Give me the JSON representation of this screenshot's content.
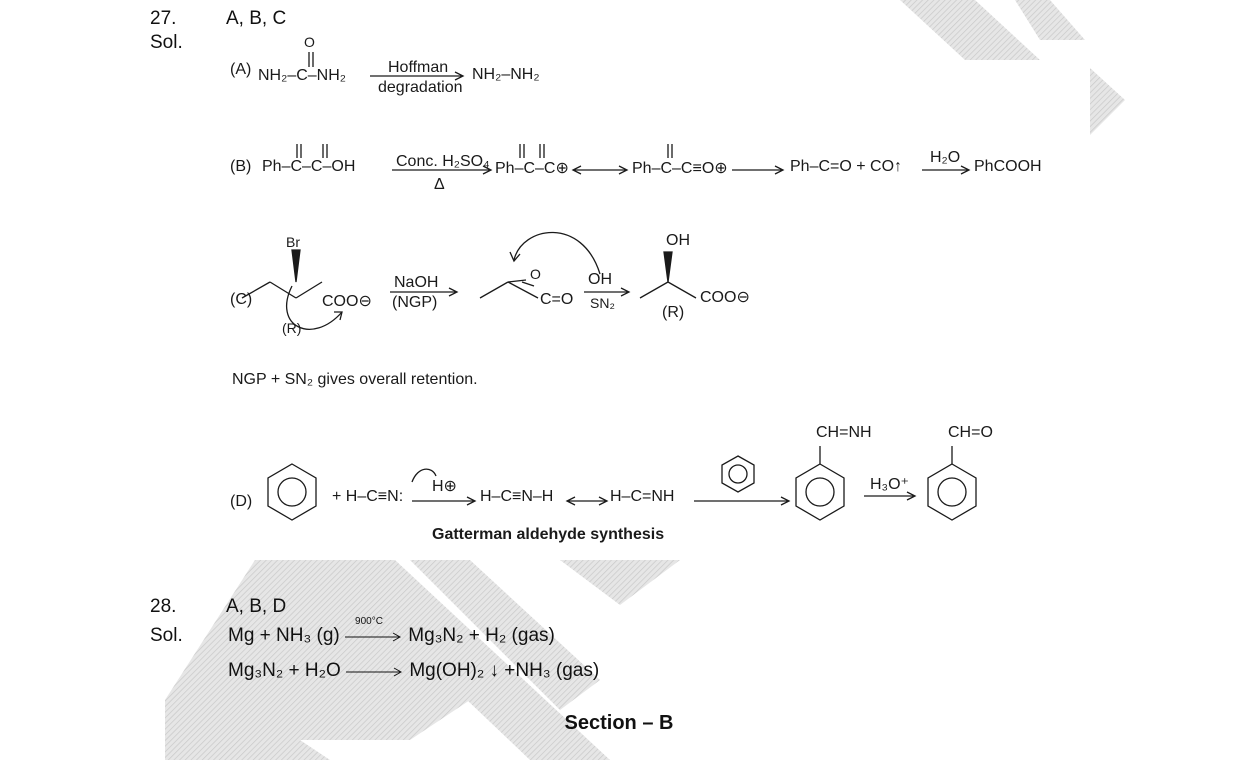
{
  "q27": {
    "number": "27.",
    "answer": "A, B, C",
    "sol_label": "Sol.",
    "A": {
      "label": "(A)",
      "reactant": "NH₂–C–NH₂",
      "carbonyl_o": "O",
      "reagent_top": "Hoffman",
      "reagent_bottom": "degradation",
      "product": "NH₂–NH₂"
    },
    "B": {
      "label": "(B)",
      "reactant": "Ph–C–C–OH",
      "reagent_top": "Conc. H₂SO₄",
      "reagent_bottom": "Δ",
      "int1": "Ph–C–C⊕",
      "int2": "Ph–C–C≡O⊕",
      "int3": "Ph–C=O + CO↑",
      "water": "H₂O",
      "product": "PhCOOH"
    },
    "C": {
      "label": "(C)",
      "br": "Br",
      "carboxylate": "COO⊖",
      "r1": "(R)",
      "reagent_top": "NaOH",
      "reagent_bottom": "(NGP)",
      "lactone_o": "O",
      "lactone_co": "C=O",
      "oh_reagent": "OH",
      "sn2": "SN₂",
      "oh": "OH",
      "product_coo": "COO⊖",
      "r2": "(R)",
      "note": "NGP + SN₂ gives overall retention."
    },
    "D": {
      "label": "(D)",
      "hcn": "+ H–C≡N:",
      "h_plus": "H⊕",
      "int1": "H–C≡N–H",
      "int2": "H–C=NH",
      "imine": "CH=NH",
      "h3o": "H₃O⁺",
      "aldehyde": "CH=O",
      "caption": "Gatterman aldehyde synthesis"
    }
  },
  "q28": {
    "number": "28.",
    "answer": "A, B, D",
    "sol_label": "Sol.",
    "eq1": {
      "left": "Mg + NH₃ (g)",
      "condition": "900°C",
      "right": "Mg₃N₂ + H₂ (gas)"
    },
    "eq2": {
      "left": "Mg₃N₂ + H₂O",
      "right": "Mg(OH)₂ ↓ +NH₃ (gas)"
    }
  },
  "section_title": "Section – B",
  "watermark_color": "#cfcfcf"
}
